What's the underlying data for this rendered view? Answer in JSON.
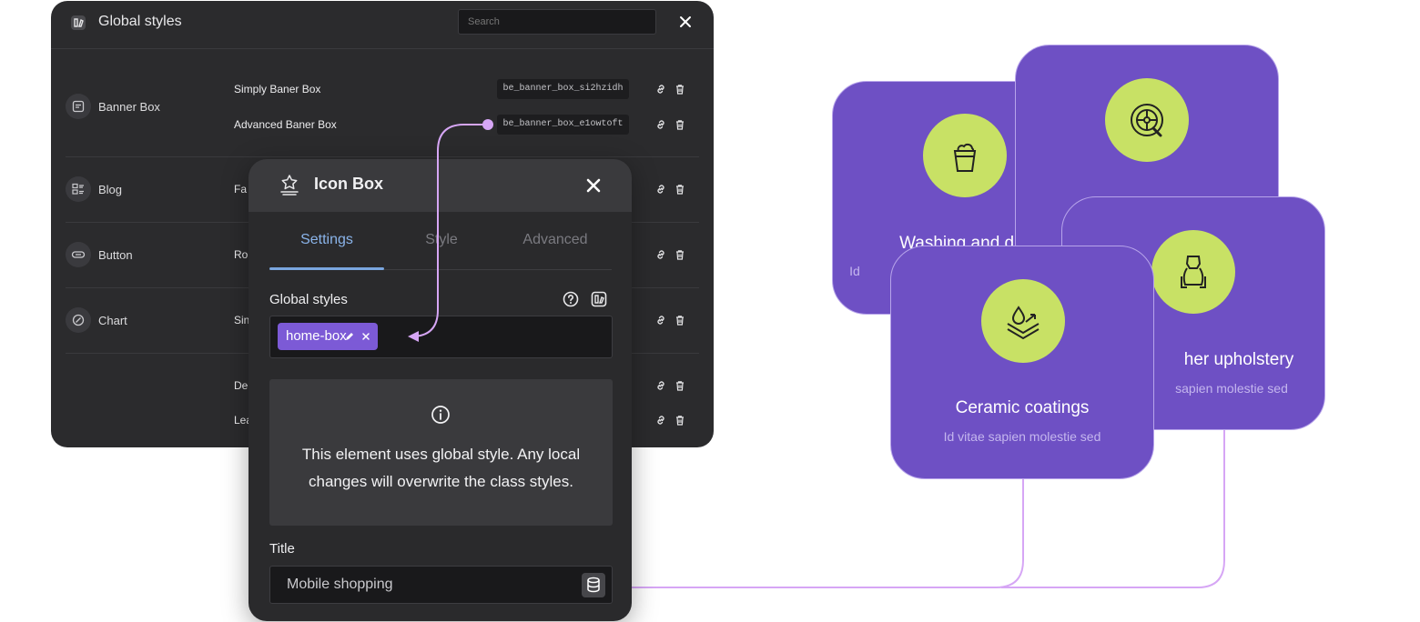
{
  "global_styles": {
    "title": "Global styles",
    "search_placeholder": "Search",
    "categories": [
      {
        "label": "Banner Box",
        "icon": "banner-box-icon"
      },
      {
        "label": "Blog",
        "icon": "blog-icon"
      },
      {
        "label": "Button",
        "icon": "button-icon"
      },
      {
        "label": "Chart",
        "icon": "chart-icon"
      }
    ],
    "items": [
      {
        "name": "Simply Baner Box",
        "class": "be_banner_box_si2hzidh"
      },
      {
        "name": "Advanced Baner Box",
        "class": "be_banner_box_e1owtoft"
      },
      {
        "name": "Fa"
      },
      {
        "name": "Ro"
      },
      {
        "name": "Sin"
      },
      {
        "name": "De"
      },
      {
        "name": "Lea"
      }
    ]
  },
  "icon_box": {
    "title": "Icon Box",
    "tabs": [
      "Settings",
      "Style",
      "Advanced"
    ],
    "active_tab": "Settings",
    "global_styles_label": "Global styles",
    "tag": "home-box",
    "info_text": "This element uses global style. Any local changes will overwrite the class styles.",
    "title_label": "Title",
    "title_value": "Mobile shopping"
  },
  "cards": [
    {
      "title": "Washing and dry",
      "subtitle": "Id",
      "icon": "bucket-icon"
    },
    {
      "title": "",
      "subtitle": "",
      "icon": "wheel-icon"
    },
    {
      "title": "her upholstery",
      "subtitle": "sapien molestie sed",
      "icon": "car-seat-icon"
    },
    {
      "title": "Ceramic coatings",
      "subtitle": "Id vitae sapien molestie sed",
      "icon": "ceramic-coating-icon"
    }
  ],
  "colors": {
    "panel_bg": "#2b2b2d",
    "accent_tab": "#8ab4ea",
    "tag_bg": "#7c5ad6",
    "card_bg": "#6e50c4",
    "card_circle": "#c8e165",
    "connector": "#d6a6f5"
  }
}
